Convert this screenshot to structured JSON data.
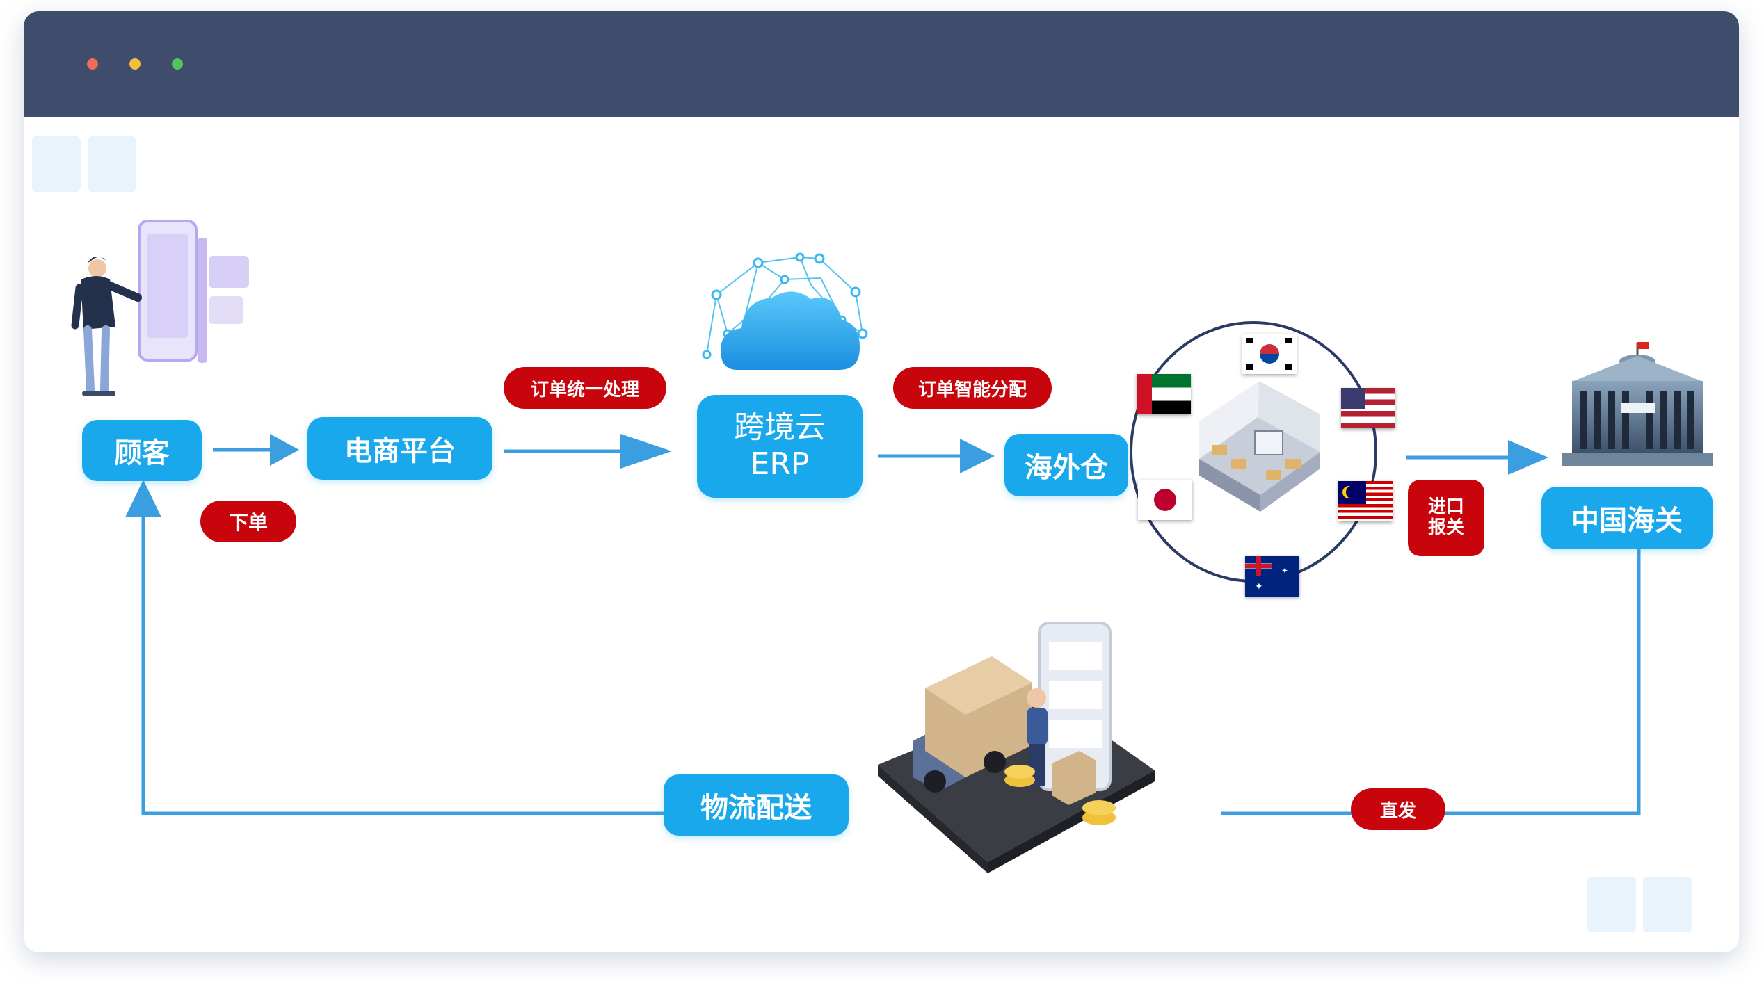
{
  "window": {
    "title_bar_color": "#3f4d6c",
    "buttons": [
      {
        "name": "close",
        "color": "#ee6a5a"
      },
      {
        "name": "minimize",
        "color": "#f5bd3b"
      },
      {
        "name": "maximize",
        "color": "#57c25a"
      }
    ]
  },
  "nodes": {
    "customer": "顾客",
    "ecommerce": "电商平台",
    "erp_line1": "跨境云",
    "erp_line2": "ERP",
    "warehouse": "海外仓",
    "customs": "中国海关",
    "logistics": "物流配送"
  },
  "tags": {
    "place_order": "下单",
    "unified_processing": "订单统一处理",
    "smart_allocation": "订单智能分配",
    "import_line1": "进口",
    "import_line2": "报关",
    "direct_ship": "直发"
  },
  "colors": {
    "node_blue": "#1aa8ec",
    "tag_red": "#c8050c",
    "arrow_blue": "#3a9ee0"
  },
  "icons": [
    "customer-phone-illustration",
    "cloud-network-icon",
    "warehouse-globe-icon",
    "customs-building-icon",
    "delivery-truck-illustration"
  ],
  "flags": [
    "uae-flag",
    "korea-flag",
    "usa-flag",
    "japan-flag",
    "malaysia-flag",
    "australia-flag"
  ]
}
